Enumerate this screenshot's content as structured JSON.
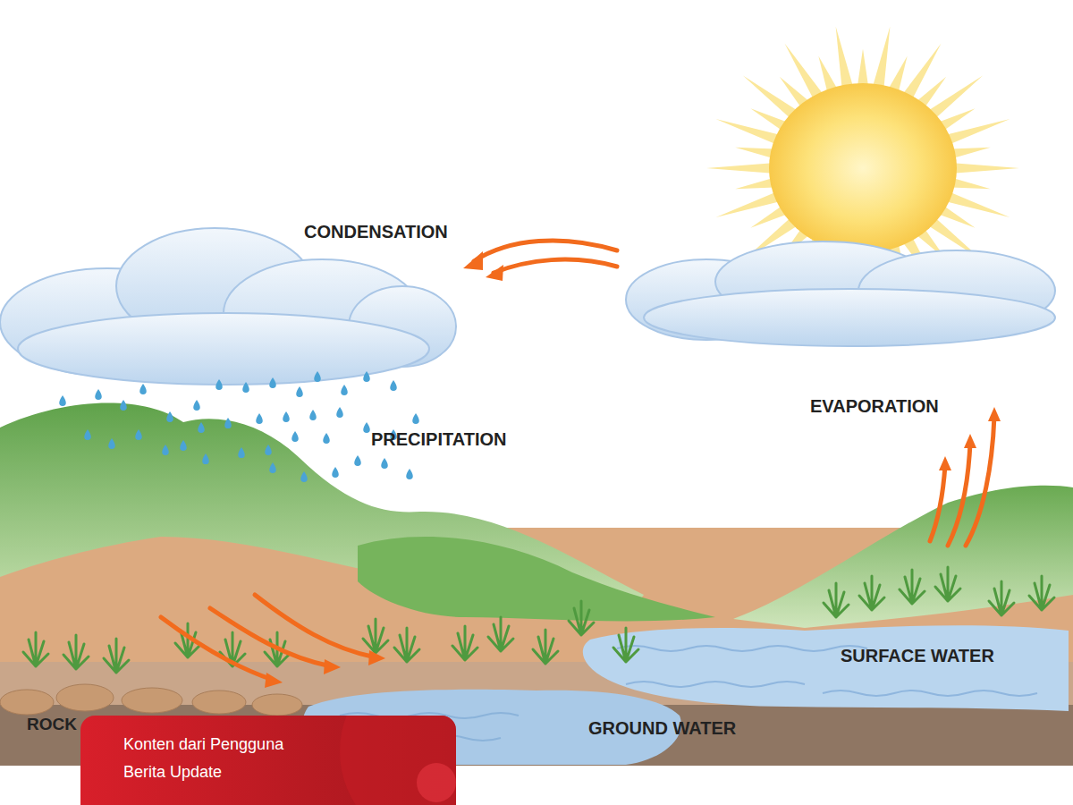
{
  "diagram": {
    "nodes": [
      {
        "text": [
          "Konten dari Pengguna",
          "Berita Update"
        ]
      }
    ],
    "labels": [
      "CONDENSATION",
      "EVAPORATION",
      "PRECIPITATION",
      "SURFACE WATER",
      "GROUND WATER",
      "ROCK"
    ]
  }
}
